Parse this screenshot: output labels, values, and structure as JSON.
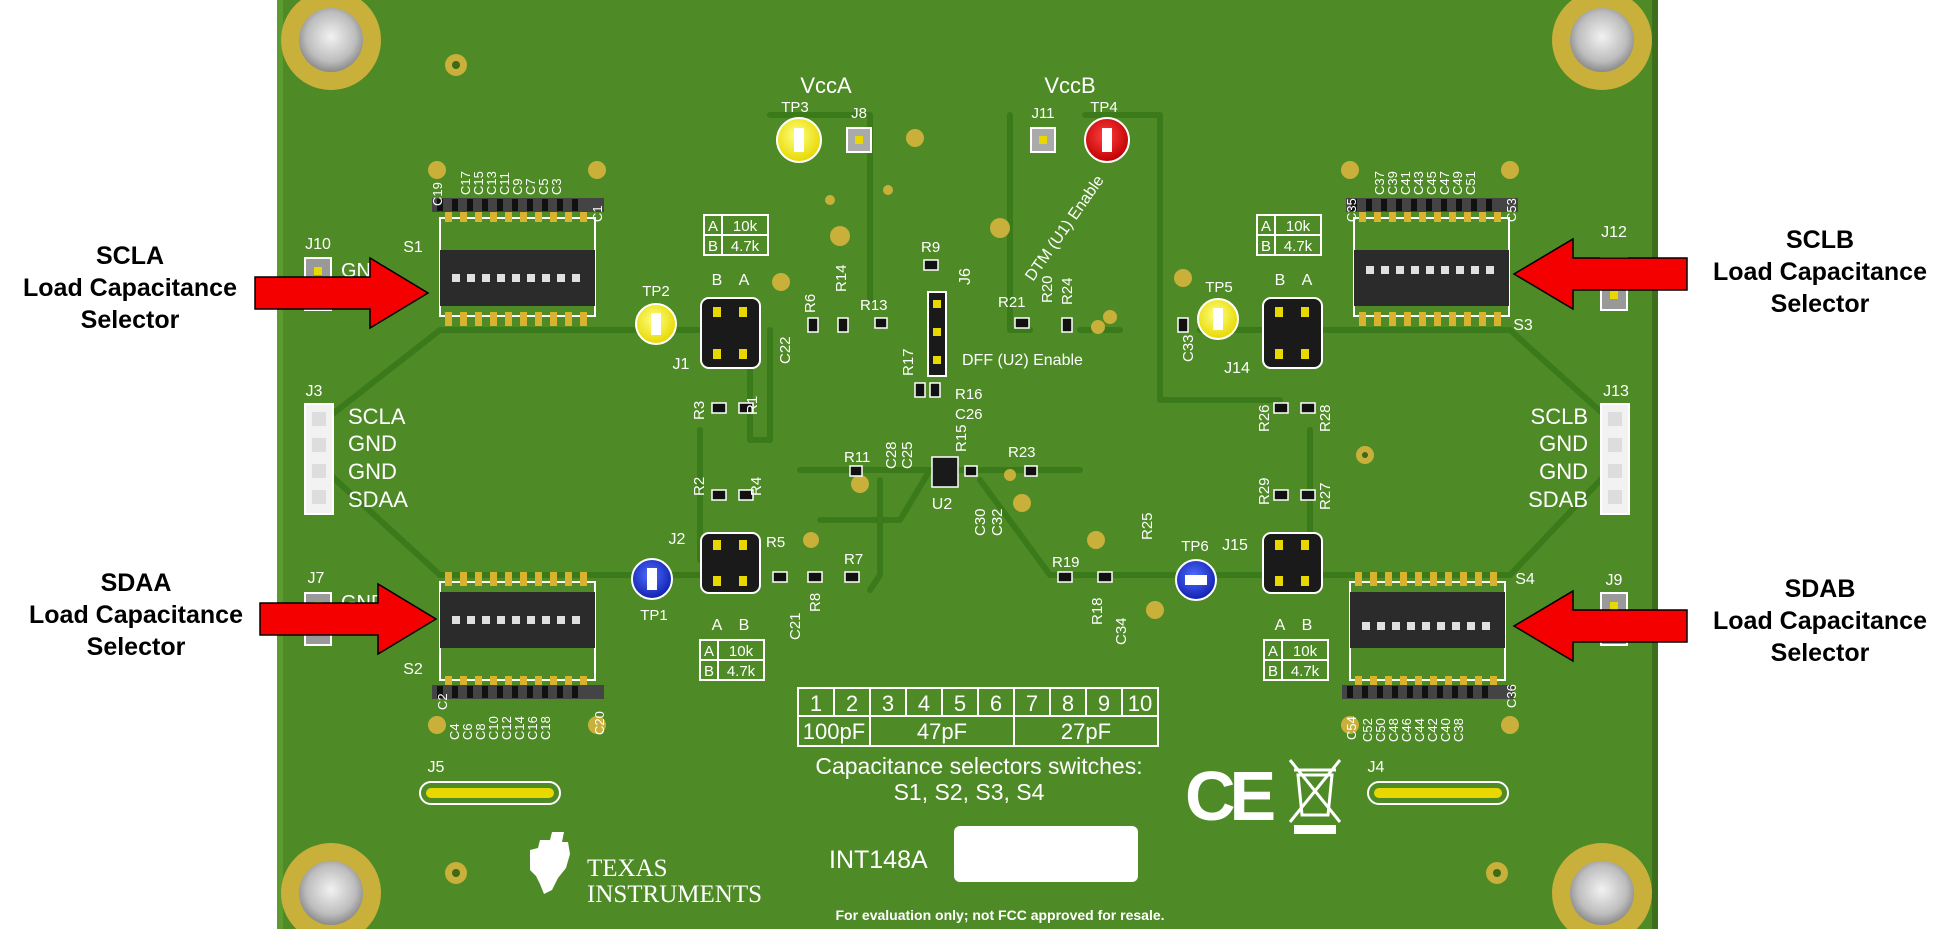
{
  "callouts": {
    "scla": {
      "line1": "SCLA",
      "line2": "Load Capacitance",
      "line3": "Selector"
    },
    "sdaa": {
      "line1": "SDAA",
      "line2": "Load Capacitance",
      "line3": "Selector"
    },
    "sclb": {
      "line1": "SCLB",
      "line2": "Load Capacitance",
      "line3": "Selector"
    },
    "sdab": {
      "line1": "SDAB",
      "line2": "Load Capacitance",
      "line3": "Selector"
    }
  },
  "board": {
    "model": "INT148A",
    "company_line1": "TEXAS",
    "company_line2": "INSTRUMENTS",
    "disclaimer": "For evaluation only; not FCC approved for resale.",
    "ce_mark": "CE",
    "board_color": "#4e8a26",
    "trace_color": "#3d7a1c",
    "silk_color": "#ffffff"
  },
  "supplies": {
    "vcca": "VccA",
    "vccb": "VccB"
  },
  "test_points": {
    "tp1": "TP1",
    "tp2": "TP2",
    "tp3": "TP3",
    "tp4": "TP4",
    "tp5": "TP5",
    "tp6": "TP6"
  },
  "headers": {
    "j1": "J1",
    "j2": "J2",
    "j3": "J3",
    "j4": "J4",
    "j5": "J5",
    "j6": "J6",
    "j7": "J7",
    "j8": "J8",
    "j9": "J9",
    "j10": "J10",
    "j11": "J11",
    "j12": "J12",
    "j13": "J13",
    "j14": "J14",
    "j15": "J15"
  },
  "switches": {
    "s1": "S1",
    "s2": "S2",
    "s3": "S3",
    "s4": "S4"
  },
  "ics": {
    "u2": "U2"
  },
  "enable_labels": {
    "dtm": "DTM (U1) Enable",
    "dff": "DFF (U2) Enable"
  },
  "j3_pins": [
    "SCLA",
    "GND",
    "GND",
    "SDAA"
  ],
  "j13_pins": [
    "SCLB",
    "GND",
    "GND",
    "SDAB"
  ],
  "gnd_label": "GND",
  "pullup_table": {
    "row_a": [
      "A",
      "10k"
    ],
    "row_b": [
      "B",
      "4.7k"
    ]
  },
  "jumper_ab": {
    "a": "A",
    "b": "B"
  },
  "resistors": {
    "r1": "R1",
    "r2": "R2",
    "r3": "R3",
    "r4": "R4",
    "r5": "R5",
    "r6": "R6",
    "r7": "R7",
    "r8": "R8",
    "r9": "R9",
    "r11": "R11",
    "r13": "R13",
    "r14": "R14",
    "r15": "R15",
    "r16": "R16",
    "r17": "R17",
    "r18": "R18",
    "r19": "R19",
    "r20": "R20",
    "r21": "R21",
    "r23": "R23",
    "r24": "R24",
    "r25": "R25",
    "r26": "R26",
    "r27": "R27",
    "r28": "R28",
    "r29": "R29"
  },
  "capacitors": {
    "c21": "C21",
    "c22": "C22",
    "c25": "C25",
    "c26": "C26",
    "c28": "C28",
    "c30": "C30",
    "c32": "C32",
    "c33": "C33",
    "c34": "C34",
    "c1": "C1",
    "c2": "C2",
    "c19": "C19",
    "c20": "C20",
    "c35": "C35",
    "c53": "C53",
    "c54": "C54",
    "c36": "C36"
  },
  "cap_row_s1": [
    "C17",
    "C15",
    "C13",
    "C11",
    "C9",
    "C7",
    "C5",
    "C3"
  ],
  "cap_row_s2": [
    "C4",
    "C6",
    "C8",
    "C10",
    "C12",
    "C14",
    "C16",
    "C18"
  ],
  "cap_row_s3": [
    "C37",
    "C39",
    "C41",
    "C43",
    "C45",
    "C47",
    "C49",
    "C51"
  ],
  "cap_row_s4": [
    "C52",
    "C50",
    "C48",
    "C46",
    "C44",
    "C42",
    "C40",
    "C38"
  ],
  "cap_table": {
    "switches": [
      "1",
      "2",
      "3",
      "4",
      "5",
      "6",
      "7",
      "8",
      "9",
      "10"
    ],
    "values": [
      "100pF",
      "47pF",
      "27pF"
    ]
  },
  "cap_note": {
    "line1": "Capacitance selectors switches:",
    "line2": "S1, S2, S3, S4"
  }
}
